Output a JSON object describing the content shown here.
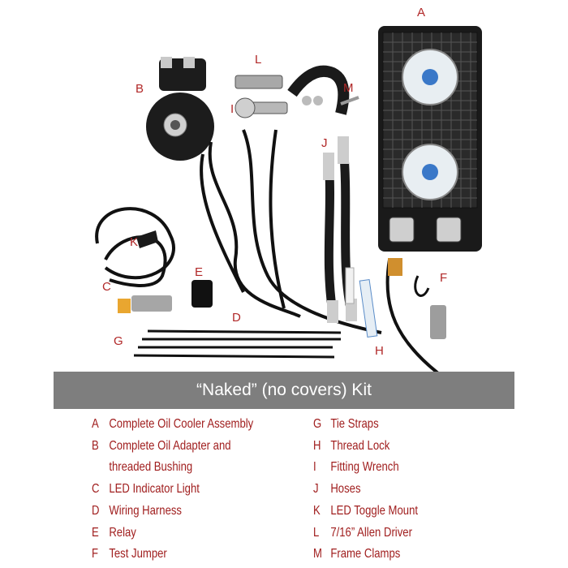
{
  "banner": "“Naked” (no covers) Kit",
  "callouts": [
    "A",
    "B",
    "C",
    "D",
    "E",
    "F",
    "G",
    "H",
    "I",
    "J",
    "K",
    "L",
    "M"
  ],
  "legend_left": [
    {
      "key": "A",
      "text": "Complete Oil Cooler Assembly"
    },
    {
      "key": "B",
      "text": "Complete Oil Adapter and",
      "text2": "threaded Bushing"
    },
    {
      "key": "C",
      "text": "LED Indicator Light"
    },
    {
      "key": "D",
      "text": "Wiring Harness"
    },
    {
      "key": "E",
      "text": "Relay"
    },
    {
      "key": "F",
      "text": "Test Jumper"
    }
  ],
  "legend_right": [
    {
      "key": "G",
      "text": "Tie Straps"
    },
    {
      "key": "H",
      "text": "Thread Lock"
    },
    {
      "key": "I",
      "text": "Fitting Wrench"
    },
    {
      "key": "J",
      "text": "Hoses"
    },
    {
      "key": "K",
      "text": "LED Toggle Mount"
    },
    {
      "key": "L",
      "text": "7/16” Allen Driver"
    },
    {
      "key": "M",
      "text": "Frame Clamps"
    }
  ],
  "colors": {
    "label_red": "#a01e1e",
    "banner_bg": "#7e7e7e",
    "banner_text": "#ffffff"
  }
}
